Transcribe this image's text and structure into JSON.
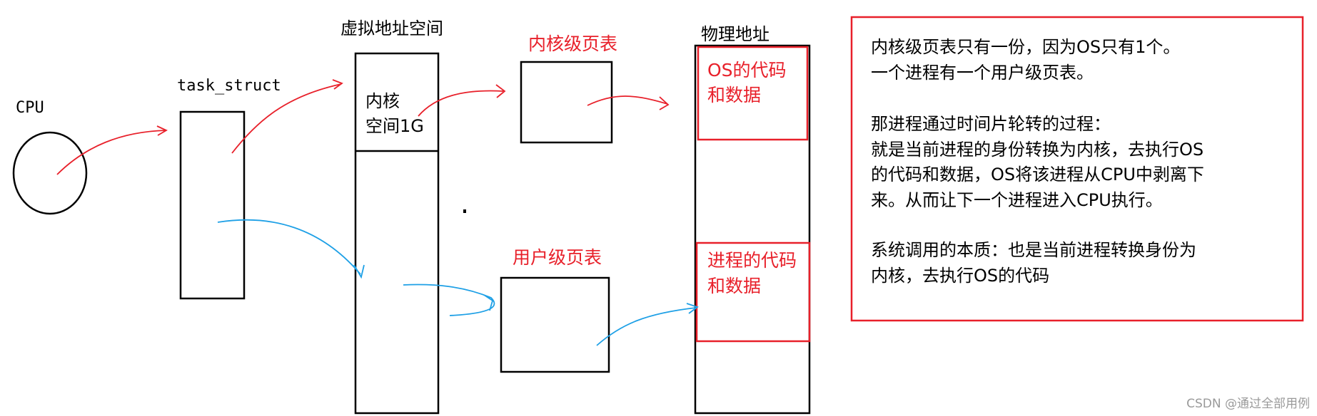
{
  "colors": {
    "red": "#e8202a",
    "blue": "#1ea0e6",
    "black": "#000000",
    "watermark": "#9a9a9a"
  },
  "labels": {
    "cpu": "CPU",
    "task_struct": "task_struct",
    "virtual_space": "虚拟地址空间",
    "kernel_space_line1": "内核",
    "kernel_space_line2": "空间1G",
    "kernel_page_table": "内核级页表",
    "user_page_table": "用户级页表",
    "physical_address": "物理地址",
    "os_code_line1": "OS的代码",
    "os_code_line2": "和数据",
    "proc_code_line1": "进程的代码",
    "proc_code_line2": "和数据"
  },
  "note": {
    "line1": "内核级页表只有一份，因为OS只有1个。",
    "line2": "一个进程有一个用户级页表。",
    "line3": "那进程通过时间片轮转的过程：",
    "line4": "就是当前进程的身份转换为内核，去执行OS",
    "line5": "的代码和数据，OS将该进程从CPU中剥离下",
    "line6": "来。从而让下一个进程进入CPU执行。",
    "line7": "系统调用的本质：也是当前进程转换身份为",
    "line8": "内核，去执行OS的代码"
  },
  "watermark": "CSDN @通过全部用例"
}
